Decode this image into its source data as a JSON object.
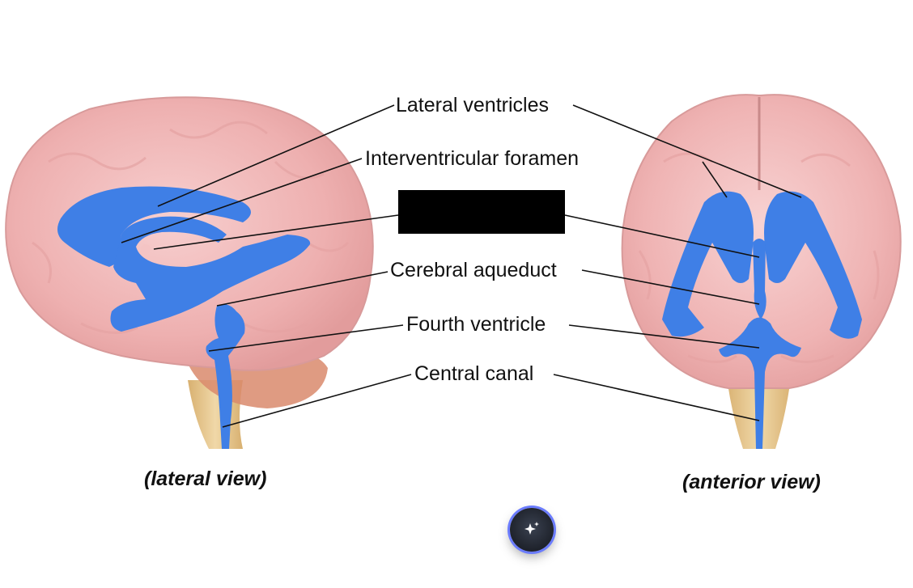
{
  "diagram": {
    "labels": {
      "lateral_ventricles": "Lateral ventricles",
      "interventricular_foramen": "Interventricular foramen",
      "cerebral_aqueduct": "Cerebral aqueduct",
      "fourth_ventricle": "Fourth ventricle",
      "central_canal": "Central canal"
    },
    "captions": {
      "lateral": "(lateral view)",
      "anterior": "(anterior view)"
    }
  },
  "colors": {
    "brain_pink": "#f2b4b4",
    "ventricle_blue": "#3f7fe6",
    "brainstem_tan": "#e3c48c",
    "cerebellum": "#d98a6c",
    "redaction": "#000000"
  },
  "icons": {
    "assistant": "sparkle-icon"
  }
}
